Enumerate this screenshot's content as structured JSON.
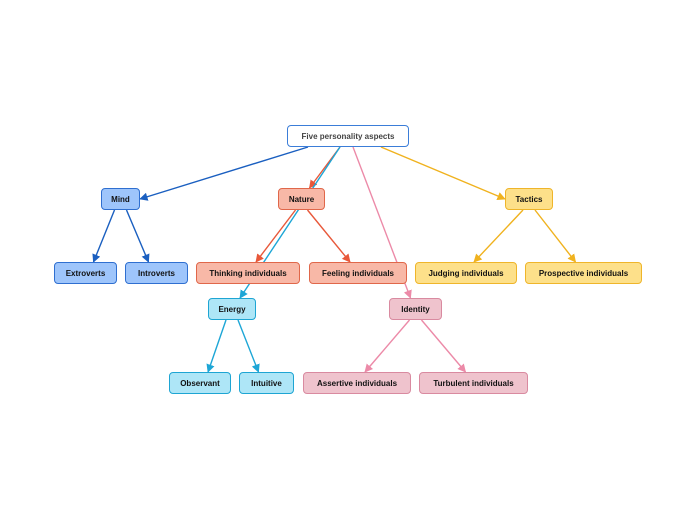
{
  "colors": {
    "root_border": "#3b7dd8",
    "mind": "#1a5fc0",
    "nature": "#e8583a",
    "tactics": "#f0b21e",
    "energy": "#1da6d6",
    "identity": "#ec8aa8"
  },
  "nodes": {
    "root": "Five personality aspects",
    "mind": "Mind",
    "nature": "Nature",
    "tactics": "Tactics",
    "extroverts": "Extroverts",
    "introverts": "Introverts",
    "thinking": "Thinking individuals",
    "feeling": "Feeling individuals",
    "judging": "Judging individuals",
    "prospective": "Prospective individuals",
    "energy": "Energy",
    "identity": "Identity",
    "observant": "Observant",
    "intuitive": "Intuitive",
    "assertive": "Assertive individuals",
    "turbulent": "Turbulent individuals"
  },
  "edges": [
    {
      "from": "root",
      "to": "mind",
      "color": "mind"
    },
    {
      "from": "root",
      "to": "nature",
      "color": "nature"
    },
    {
      "from": "root",
      "to": "energy",
      "color": "energy"
    },
    {
      "from": "root",
      "to": "identity",
      "color": "identity"
    },
    {
      "from": "root",
      "to": "tactics",
      "color": "tactics"
    },
    {
      "from": "mind",
      "to": "extroverts",
      "color": "mind"
    },
    {
      "from": "mind",
      "to": "introverts",
      "color": "mind"
    },
    {
      "from": "nature",
      "to": "thinking",
      "color": "nature"
    },
    {
      "from": "nature",
      "to": "feeling",
      "color": "nature"
    },
    {
      "from": "tactics",
      "to": "judging",
      "color": "tactics"
    },
    {
      "from": "tactics",
      "to": "prospective",
      "color": "tactics"
    },
    {
      "from": "energy",
      "to": "observant",
      "color": "energy"
    },
    {
      "from": "energy",
      "to": "intuitive",
      "color": "energy"
    },
    {
      "from": "identity",
      "to": "assertive",
      "color": "identity"
    },
    {
      "from": "identity",
      "to": "turbulent",
      "color": "identity"
    }
  ]
}
